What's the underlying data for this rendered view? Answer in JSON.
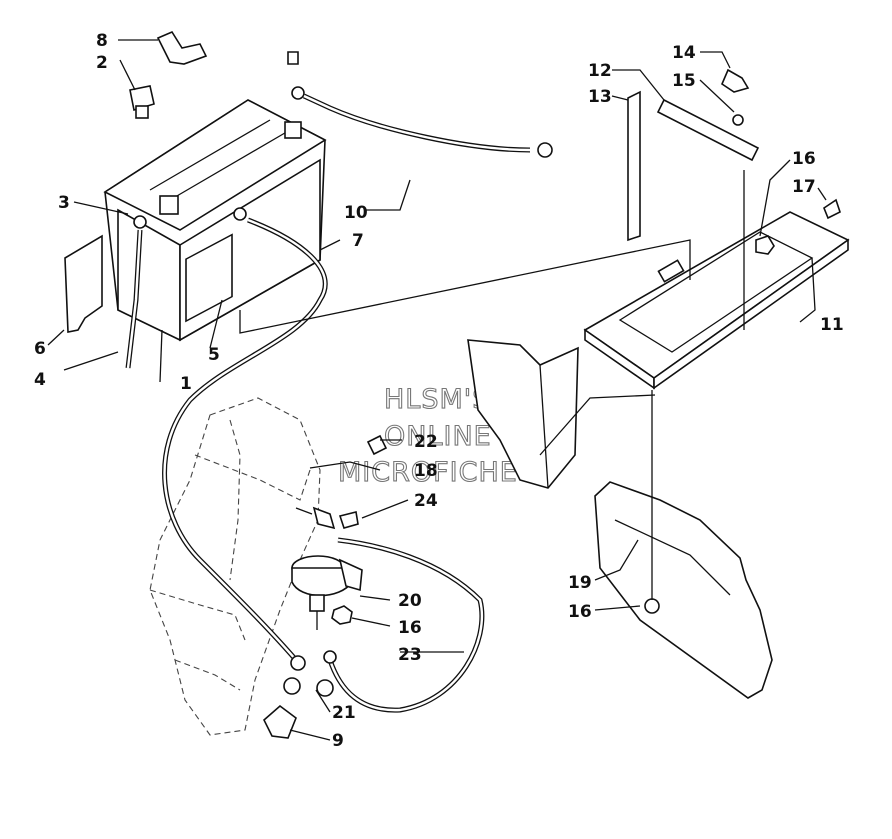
{
  "watermark": [
    "HLSM'S",
    "ONLINE",
    "MICROFICHE"
  ],
  "callouts": [
    "1",
    "2",
    "3",
    "4",
    "5",
    "6",
    "7",
    "8",
    "9",
    "10",
    "11",
    "12",
    "13",
    "14",
    "15",
    "16",
    "16",
    "16",
    "17",
    "18",
    "19",
    "20",
    "21",
    "22",
    "23",
    "24"
  ]
}
